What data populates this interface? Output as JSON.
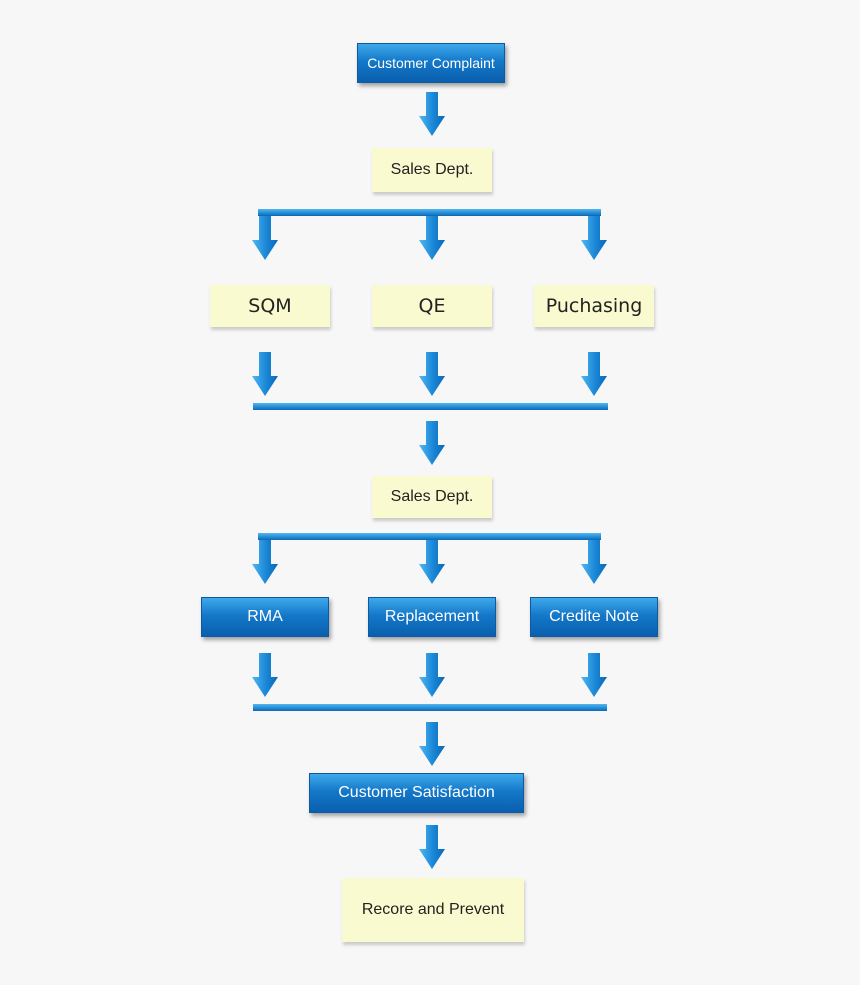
{
  "colors": {
    "arrow_light": "#4fb8f2",
    "arrow_dark": "#0a68b8",
    "box_top": "#3ea8ea",
    "box_bottom": "#0a5fae",
    "note_fill": "#fafad0",
    "background": "#f7f7f7"
  },
  "nodes": {
    "customer_complaint": "Customer Complaint",
    "sales_dept_1": "Sales Dept.",
    "sqm": "SQM",
    "qe": "QE",
    "purchasing": "Puchasing",
    "sales_dept_2": "Sales Dept.",
    "rma": "RMA",
    "replacement": "Replacement",
    "credit_note": "Credite Note",
    "customer_satisfaction": "Customer Satisfaction",
    "record_prevent": "Recore and Prevent"
  }
}
